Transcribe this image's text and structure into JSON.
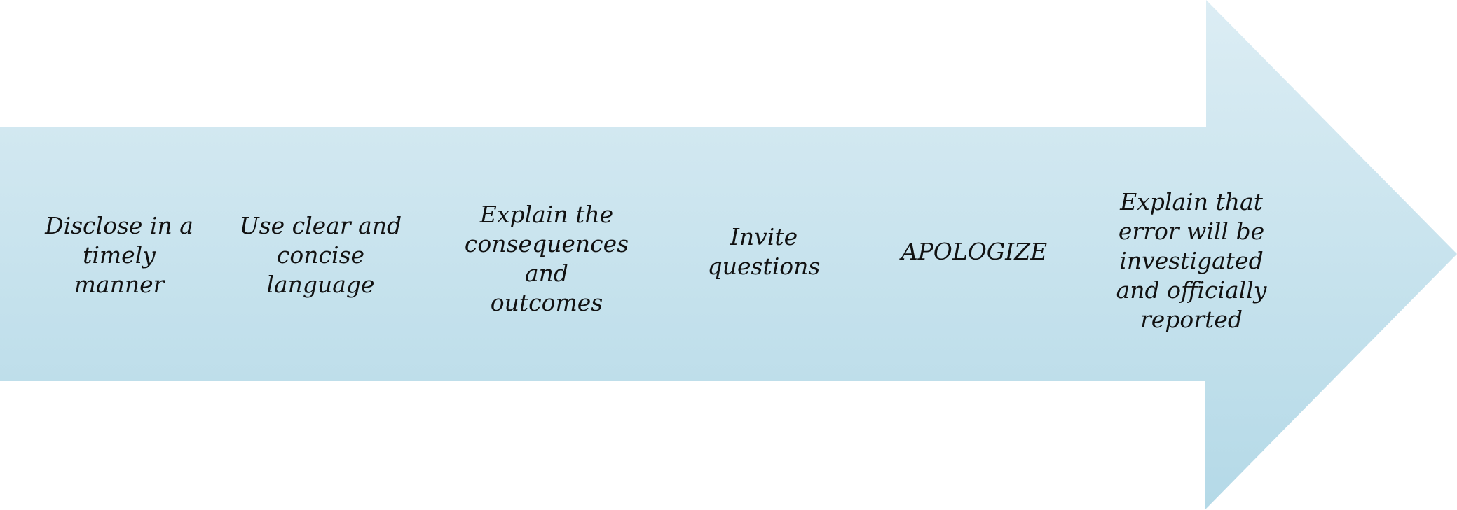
{
  "diagram": {
    "colors": {
      "arrow_top": "#dcedf4",
      "arrow_bottom": "#b4d9e7"
    },
    "steps": [
      {
        "lines": [
          "Disclose in a",
          "timely",
          "manner"
        ]
      },
      {
        "lines": [
          "Use clear and",
          "concise",
          "language"
        ]
      },
      {
        "lines": [
          "Explain the",
          "consequences",
          "and",
          "outcomes"
        ]
      },
      {
        "lines": [
          "Invite",
          "questions"
        ]
      },
      {
        "lines": [
          "APOLOGIZE"
        ]
      },
      {
        "lines": [
          "Explain that",
          "error will be",
          "investigated",
          "and officially",
          "reported"
        ]
      }
    ]
  }
}
